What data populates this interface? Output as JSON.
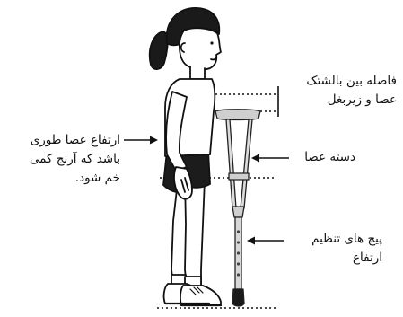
{
  "labels": {
    "armpit_gap": [
      "فاصله بین بالشتک",
      "عصا و زیربغل"
    ],
    "handle": [
      "دسته عصا"
    ],
    "height_screws": [
      "پیچ های تنظیم",
      "ارتفاع"
    ],
    "crutch_height": [
      "ارتفاع عصا طوری",
      "باشد که آرنج کمی",
      "خم شود."
    ]
  },
  "colors": {
    "ink": "#111111",
    "hair": "#1a1a1a",
    "shirt": "#ffffff",
    "shorts": "#1c1c1c",
    "crutch": "#cfcfcf"
  },
  "icons": [
    "girl-figure",
    "crutch",
    "arrow-icon",
    "dotted-guide-line"
  ]
}
